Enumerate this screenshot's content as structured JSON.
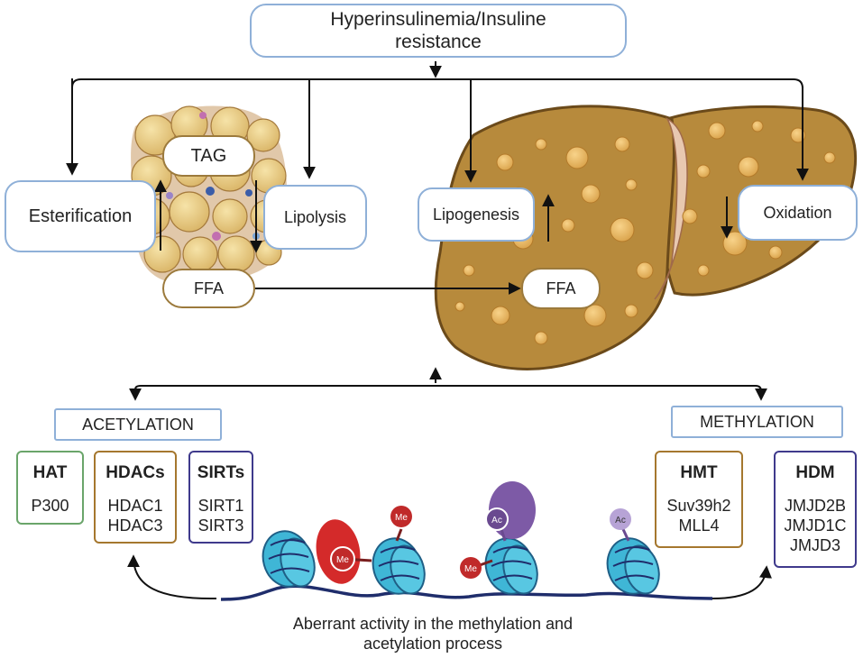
{
  "title": {
    "line1": "Hyperinsulinemia/Insuline",
    "line2": "resistance"
  },
  "processes": {
    "esterification": "Esterification",
    "lipolysis": "Lipolysis",
    "lipogenesis": "Lipogenesis",
    "oxidation": "Oxidation"
  },
  "molecules": {
    "tag": "TAG",
    "ffa_adipose": "FFA",
    "ffa_liver": "FFA"
  },
  "categories": {
    "acetylation": "ACETYLATION",
    "methylation": "METHYLATION"
  },
  "enzymes": {
    "hat": {
      "title": "HAT",
      "items": [
        "P300"
      ]
    },
    "hdacs": {
      "title": "HDACs",
      "items": [
        "HDAC1",
        "HDAC3"
      ]
    },
    "sirts": {
      "title": "SIRTs",
      "items": [
        "SIRT1",
        "SIRT3"
      ]
    },
    "hmt": {
      "title": "HMT",
      "items": [
        "Suv39h2",
        "MLL4"
      ]
    },
    "hdm": {
      "title": "HDM",
      "items": [
        "JMJD2B",
        "JMJD1C",
        "JMJD3"
      ]
    }
  },
  "marks": {
    "me": "Me",
    "ac": "Ac"
  },
  "caption": {
    "line1": "Aberrant activity in the methylation and",
    "line2": "acetylation process"
  },
  "colors": {
    "liver": "#b78a3c",
    "adipocyte": "#e9cd84",
    "nucleosome": "#3fb6d6",
    "methyl": "#cc2a2a",
    "acetyl": "#7d5aa6",
    "hat_border": "#6aa56a",
    "hdac_border": "#a5772e",
    "sirt_border": "#3f3a8c",
    "box_border": "#8fb0d8"
  }
}
